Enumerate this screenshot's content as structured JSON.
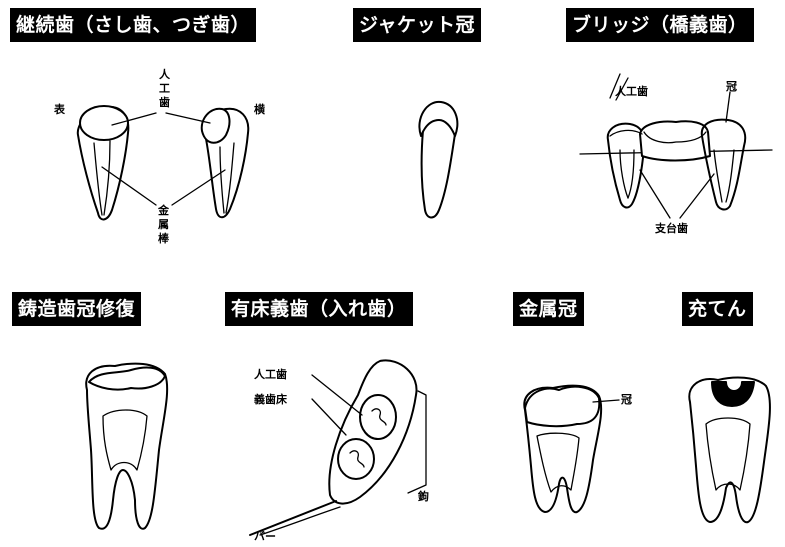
{
  "titles": {
    "t1": "継続歯（さし歯、つぎ歯）",
    "t2": "ジャケット冠",
    "t3": "ブリッジ（橋義歯）",
    "t4": "鋳造歯冠修復",
    "t5": "有床義歯（入れ歯）",
    "t6": "金属冠",
    "t7": "充てん"
  },
  "labels": {
    "jinkoushi": "人工歯",
    "omote": "表",
    "yoko": "横",
    "kinzokubou": "金属棒",
    "bridge_jinkoushi": "人工歯",
    "bridge_kan": "冠",
    "shidaishi": "支台歯",
    "denture_jinkoushi": "人工歯",
    "gishishou": "義歯床",
    "kou": "鉤",
    "bar": "バー",
    "metal_kan": "冠"
  }
}
